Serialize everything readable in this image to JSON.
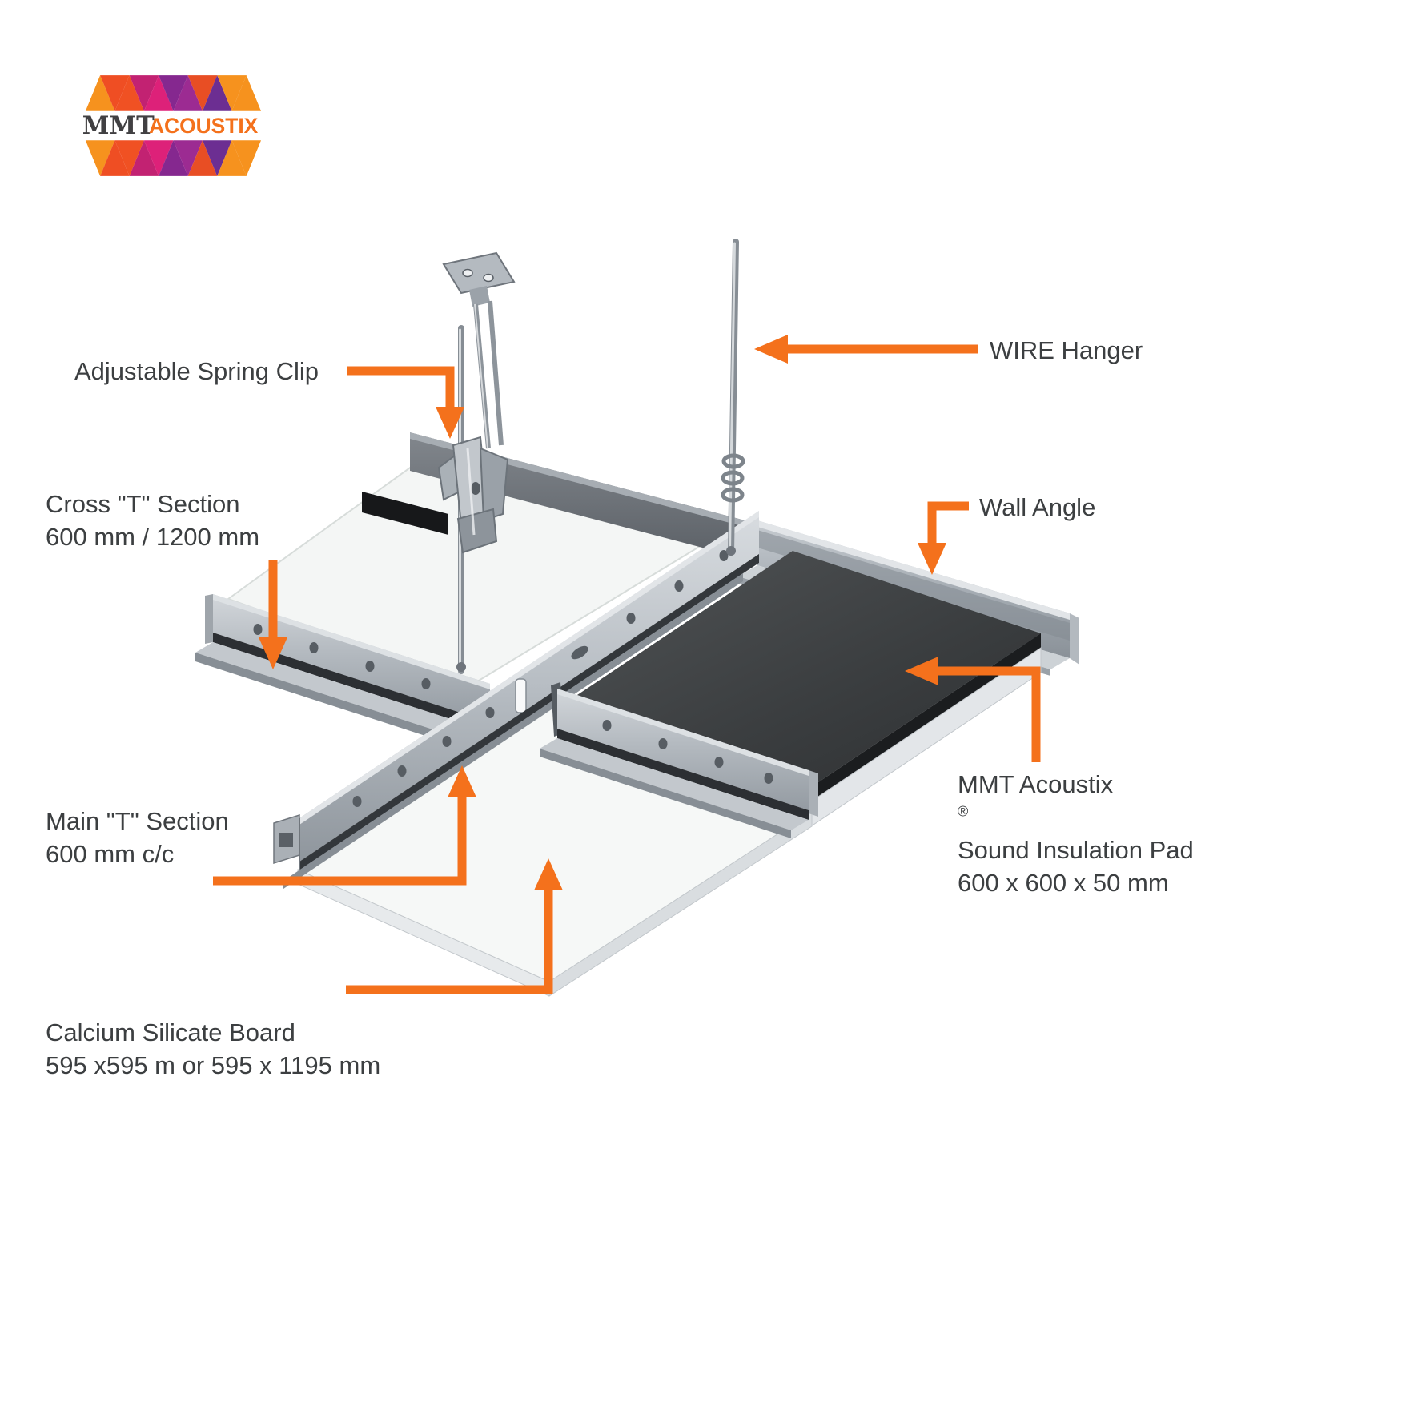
{
  "logo": {
    "mmt": "MMT",
    "acoustix": "ACOUSTIX"
  },
  "colors": {
    "accent_orange": "#F4711C",
    "label_text": "#3C3F41",
    "logo_orange": "#F6921E",
    "logo_magenta": "#DD2179",
    "logo_purple": "#6C2E92",
    "pad_dark": "#3A3D3F",
    "metal_gray": "#B4BAC0"
  },
  "labels": {
    "spring_clip": {
      "text": "Adjustable Spring Clip"
    },
    "wire_hanger": {
      "text": "WIRE Hanger"
    },
    "cross_t_section": {
      "line1": "Cross \"T\" Section",
      "line2": "600 mm / 1200 mm"
    },
    "wall_angle": {
      "text": "Wall Angle"
    },
    "insulation_pad": {
      "line1": "MMT Acoustix",
      "line1_sup": "®",
      "line2": "Sound Insulation Pad",
      "line3": "600 x 600 x 50 mm"
    },
    "main_t_section": {
      "line1": "Main \"T\" Section",
      "line2": "600 mm c/c"
    },
    "board": {
      "line1": "Calcium Silicate Board",
      "line2": "595 x595 m or 595 x 1195 mm"
    }
  }
}
